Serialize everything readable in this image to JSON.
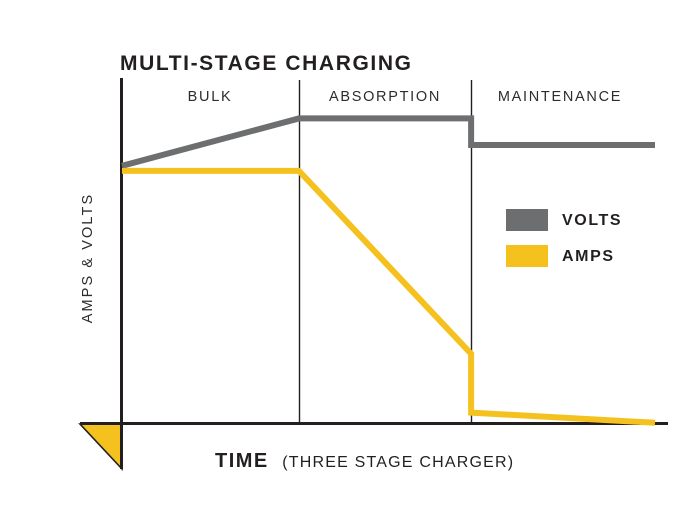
{
  "chart_data": {
    "type": "line",
    "title": "MULTI-STAGE CHARGING",
    "xlabel_main": "TIME",
    "xlabel_sub": "(THREE STAGE CHARGER)",
    "ylabel": "AMPS & VOLTS",
    "grid": false,
    "legend_position": "right-middle",
    "stages": [
      {
        "name": "BULK",
        "x_start": 0.0,
        "x_end": 0.332
      },
      {
        "name": "ABSORPTION",
        "x_start": 0.332,
        "x_end": 0.655
      },
      {
        "name": "MAINTENANCE",
        "x_start": 0.655,
        "x_end": 1.0
      }
    ],
    "xlim": [
      0,
      1
    ],
    "ylim": [
      0,
      1
    ],
    "series": [
      {
        "name": "VOLTS",
        "color": "#6d6e70",
        "points": [
          {
            "x": 0.0,
            "y": 0.817
          },
          {
            "x": 0.332,
            "y": 0.967
          },
          {
            "x": 0.655,
            "y": 0.967
          },
          {
            "x": 0.655,
            "y": 0.883
          },
          {
            "x": 1.0,
            "y": 0.883
          }
        ]
      },
      {
        "name": "AMPS",
        "color": "#f5c11e",
        "points": [
          {
            "x": 0.0,
            "y": 0.801
          },
          {
            "x": 0.332,
            "y": 0.801
          },
          {
            "x": 0.655,
            "y": 0.222
          },
          {
            "x": 0.655,
            "y": 0.036
          },
          {
            "x": 1.0,
            "y": 0.004
          }
        ]
      }
    ],
    "legend": [
      {
        "label": "VOLTS",
        "color": "#6d6e70"
      },
      {
        "label": "AMPS",
        "color": "#f5c11e"
      }
    ],
    "annotations": [
      {
        "name": "origin-triangle",
        "color": "#f5c11e"
      }
    ]
  }
}
